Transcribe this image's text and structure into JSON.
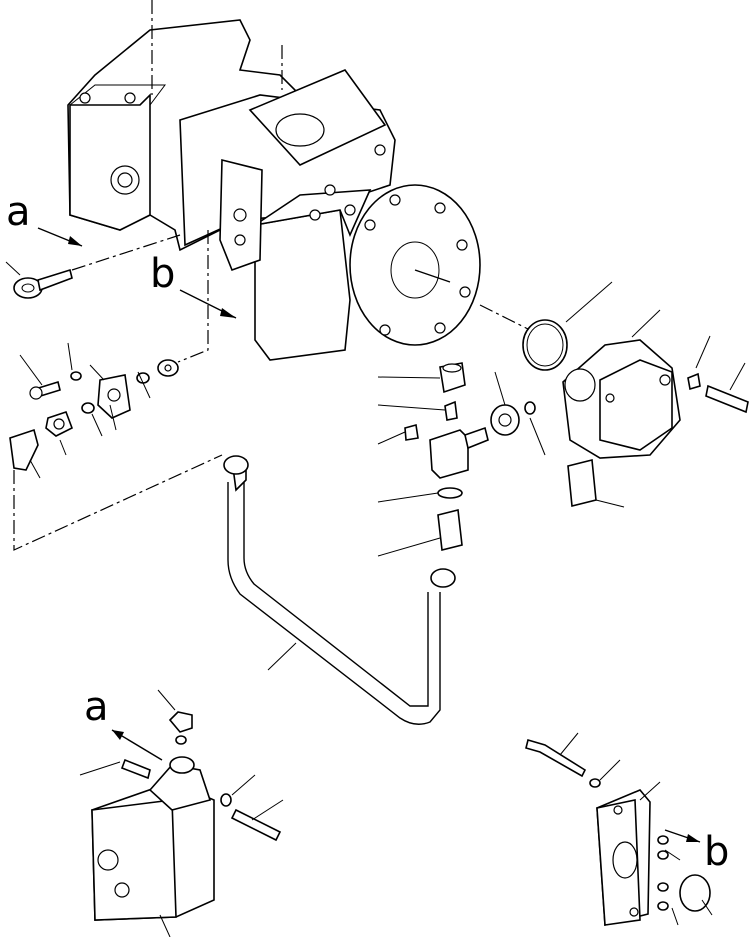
{
  "callouts": {
    "a_top": "a",
    "b_top": "b",
    "a_bottom": "a",
    "b_bottom": "b"
  }
}
